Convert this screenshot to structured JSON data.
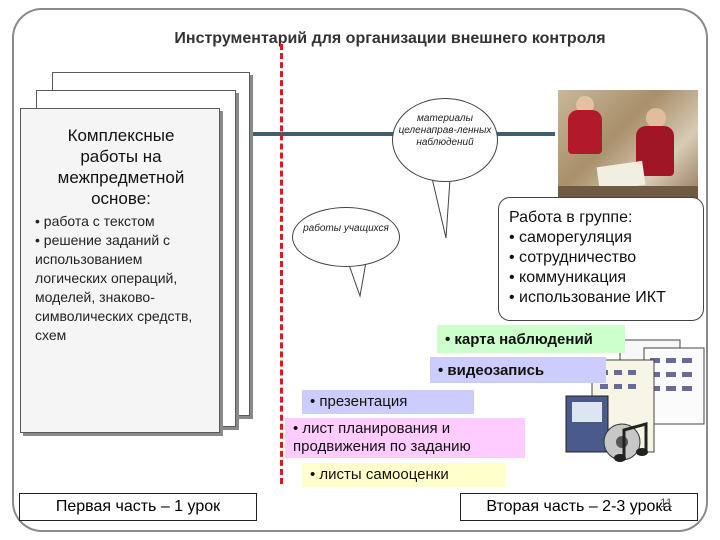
{
  "title": "Инструментарий для организации внешнего контроля",
  "left_doc": {
    "title": "Комплексные\nработы на\nмежпредметной\nоснове:",
    "items": [
      "• работа с текстом",
      "• решение заданий с использованием логических операций, моделей, знаково-символических средств, схем"
    ]
  },
  "bubbles": {
    "materials": "материалы целенаправ-ленных наблюдений",
    "student_work": "работы учащихся"
  },
  "group_work": {
    "title": "Работа в группе:",
    "items": [
      "• саморегуляция",
      "• сотрудничество",
      "• коммуникация",
      "• использование ИКТ"
    ]
  },
  "tags": {
    "observation_map": "• карта наблюдений",
    "video": "• видеозапись",
    "presentation": "• презентация",
    "planning_sheet": "• лист планирования и продвижения по заданию",
    "self_assessment": "• листы самооценки"
  },
  "parts": {
    "first": "Первая часть – 1 урок",
    "second": "Вторая часть – 2-3 урока"
  },
  "slide_number": "11",
  "icons": [
    "documents-stack-icon",
    "classroom-photo",
    "media-clipart-icon"
  ],
  "colors": {
    "frame": "#8a8a8a",
    "divider_red": "#d02020",
    "connector": "#3f5f6a",
    "tag_green": "#ccffcc",
    "tag_blue": "#ccccff",
    "tag_pink": "#ffccff",
    "tag_yellow": "#ffffcc"
  }
}
